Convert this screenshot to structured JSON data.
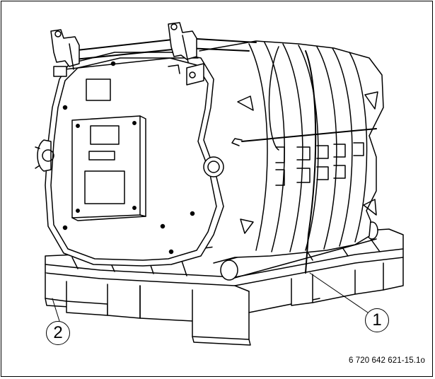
{
  "figure": {
    "callouts": [
      {
        "label": "1",
        "refers_to": "pipe"
      },
      {
        "label": "2",
        "refers_to": "pallet"
      }
    ],
    "figure_code": "6 720 642 621-15.1o"
  }
}
